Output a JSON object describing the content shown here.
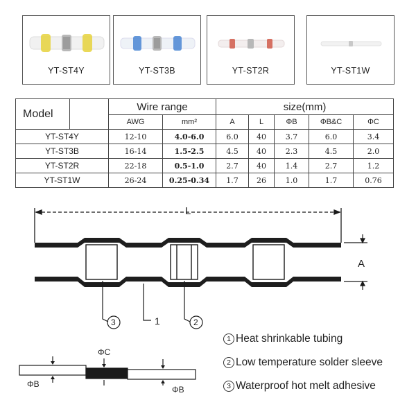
{
  "products": [
    {
      "name": "YT-ST4Y",
      "band_color": "#e6d23c"
    },
    {
      "name": "YT-ST3B",
      "band_color": "#4a86d4"
    },
    {
      "name": "YT-ST2R",
      "band_color": "#d05a4a"
    },
    {
      "name": "YT-ST1W",
      "band_color": "#dcdcdc"
    }
  ],
  "table": {
    "header_model": "Model",
    "header_wire_range": "Wire range",
    "header_size": "size(mm)",
    "sub_awg": "AWG",
    "sub_mm2": "mm²",
    "sub_a": "A",
    "sub_l": "L",
    "sub_phib": "ΦB",
    "sub_phibc": "ΦB&C",
    "sub_phic": "ΦC",
    "rows": [
      {
        "model": "YT-ST4Y",
        "awg": "12-10",
        "mm2": "4.0-6.0",
        "a": "6.0",
        "l": "40",
        "phib": "3.7",
        "phibc": "6.0",
        "phic": "3.4"
      },
      {
        "model": "YT-ST3B",
        "awg": "16-14",
        "mm2": "1.5-2.5",
        "a": "4.5",
        "l": "40",
        "phib": "2.3",
        "phibc": "4.5",
        "phic": "2.0"
      },
      {
        "model": "YT-ST2R",
        "awg": "22-18",
        "mm2": "0.5-1.0",
        "a": "2.7",
        "l": "40",
        "phib": "1.4",
        "phibc": "2.7",
        "phic": "1.2"
      },
      {
        "model": "YT-ST1W",
        "awg": "26-24",
        "mm2": "0.25-0.34",
        "a": "1.7",
        "l": "26",
        "phib": "1.0",
        "phibc": "1.7",
        "phic": "0.76"
      }
    ]
  },
  "diagram": {
    "dim_l": "L",
    "dim_a": "A",
    "callout_3": "3",
    "callout_1": "1",
    "callout_2": "2",
    "phi_c": "ΦC",
    "phi_b_left": "ΦB",
    "phi_b_right": "ΦB"
  },
  "legend": [
    {
      "num": "1",
      "text": "Heat shrinkable tubing"
    },
    {
      "num": "2",
      "text": "Low temperature solder sleeve"
    },
    {
      "num": "3",
      "text": "Waterproof hot melt adhesive"
    }
  ]
}
